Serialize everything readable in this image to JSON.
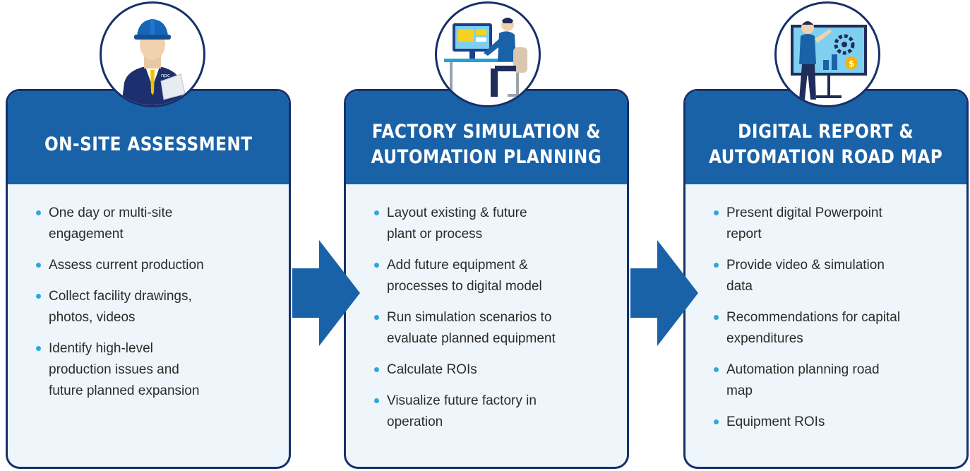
{
  "cards": [
    {
      "title": "ON-SITE ASSESSMENT",
      "icon": "engineer-icon",
      "bullets": [
        "One day or multi-site\nengagement",
        "Assess current production",
        "Collect facility drawings,\nphotos, videos",
        "Identify high-level\nproduction issues and\nfuture planned expansion"
      ]
    },
    {
      "title": "FACTORY SIMULATION &\nAUTOMATION PLANNING",
      "icon": "computer-workstation-icon",
      "bullets": [
        "Layout existing & future\nplant or process",
        "Add future equipment &\nprocesses to digital model",
        "Run simulation scenarios to\nevaluate planned equipment",
        "Calculate ROIs",
        "Visualize future factory in\noperation"
      ]
    },
    {
      "title": "DIGITAL REPORT &\nAUTOMATION ROAD MAP",
      "icon": "presentation-board-icon",
      "bullets": [
        "Present digital Powerpoint\nreport",
        "Provide video & simulation\ndata",
        "Recommendations for capital\nexpenditures",
        "Automation planning road\nmap",
        "Equipment ROIs"
      ]
    }
  ],
  "engineer_badge_text": "npc",
  "colors": {
    "header": "#1a62a7",
    "border": "#16306a",
    "body": "#eef6fb",
    "bullet": "#2ea7dd",
    "arrow": "#1a62a7"
  }
}
